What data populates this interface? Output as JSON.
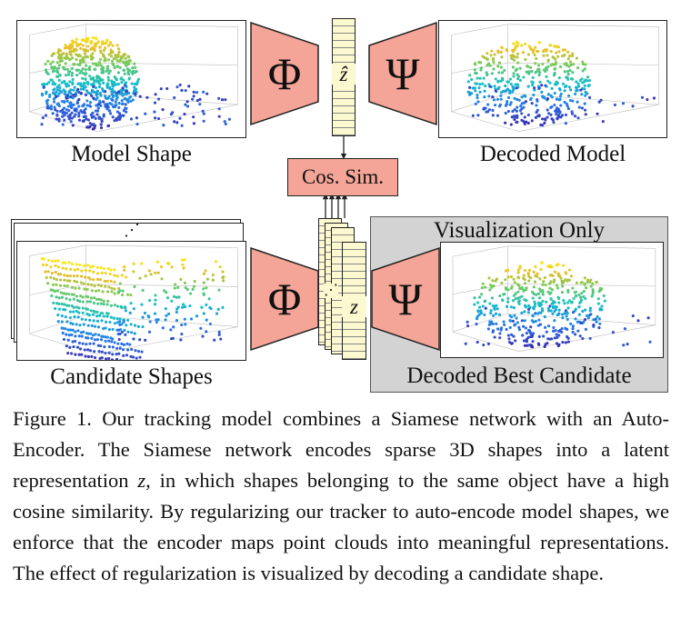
{
  "figure": {
    "labels": {
      "model_shape": "Model Shape",
      "decoded_model": "Decoded Model",
      "candidate_shapes": "Candidate Shapes",
      "visualization_only": "Visualization Only",
      "decoded_best_candidate": "Decoded Best Candidate",
      "cos_sim": "Cos. Sim."
    },
    "symbols": {
      "encoder": "Φ",
      "decoder": "Ψ",
      "z_hat": "ẑ",
      "z": "z",
      "dots": "⋰"
    },
    "colors": {
      "encoder_fill": "#f4a597",
      "vector_fill": "#fcf8cf",
      "highlight_gray": "#d3d3d3"
    }
  },
  "caption": {
    "number": "Figure 1.",
    "text": "Our tracking model combines a Siamese network with an Auto-Encoder. The Siamese network encodes sparse 3D shapes into a latent representation",
    "var": "z",
    "text2": ", in which shapes belonging to the same object have a high cosine similarity. By regularizing our tracker to auto-encode model shapes, we enforce that the encoder maps point clouds into meaningful representations. The effect of regularization is visualized by decoding a candidate shape."
  }
}
